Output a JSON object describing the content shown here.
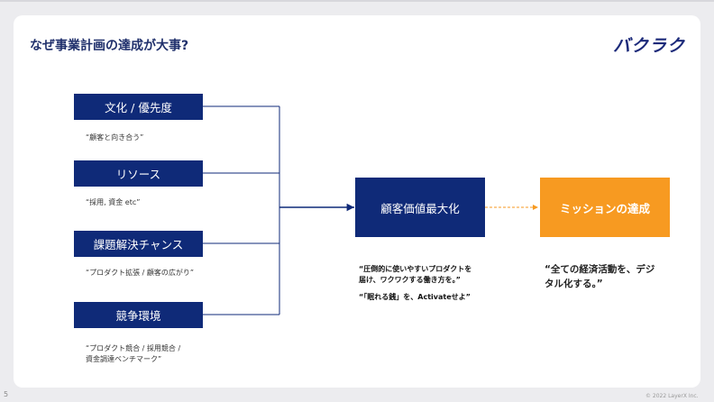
{
  "slide": {
    "title": "なぜ事業計画の達成が大事?",
    "logo_text": "バクラク",
    "page_number": "5",
    "copyright": "© 2022 LayerX Inc."
  },
  "diagram": {
    "inputs": [
      {
        "label": "文化 / 優先度",
        "desc": [
          "“顧客と向き合う”"
        ]
      },
      {
        "label": "リソース",
        "desc": [
          "“採用, 資金 etc”"
        ]
      },
      {
        "label": "課題解決チャンス",
        "desc": [
          "“プロダクト拡張 / 顧客の広がり”"
        ]
      },
      {
        "label": "競争環境",
        "desc": [
          "“プロダクト競合 / 採用競合 /",
          "資金調達ベンチマーク”"
        ]
      }
    ],
    "center": {
      "label": "顧客価値最大化",
      "notes": [
        "“圧倒的に使いやすいプロダクトを",
        "届け、ワクワクする働き方を。”",
        "“「眠れる銭」を、Activateせよ”"
      ]
    },
    "goal": {
      "label": "ミッションの達成",
      "quote": [
        "“全ての経済活動を、デジ",
        "タル化する。”"
      ]
    }
  },
  "colors": {
    "navy": "#0f2a78",
    "orange": "#f79a21",
    "title": "#1f2f6b"
  }
}
